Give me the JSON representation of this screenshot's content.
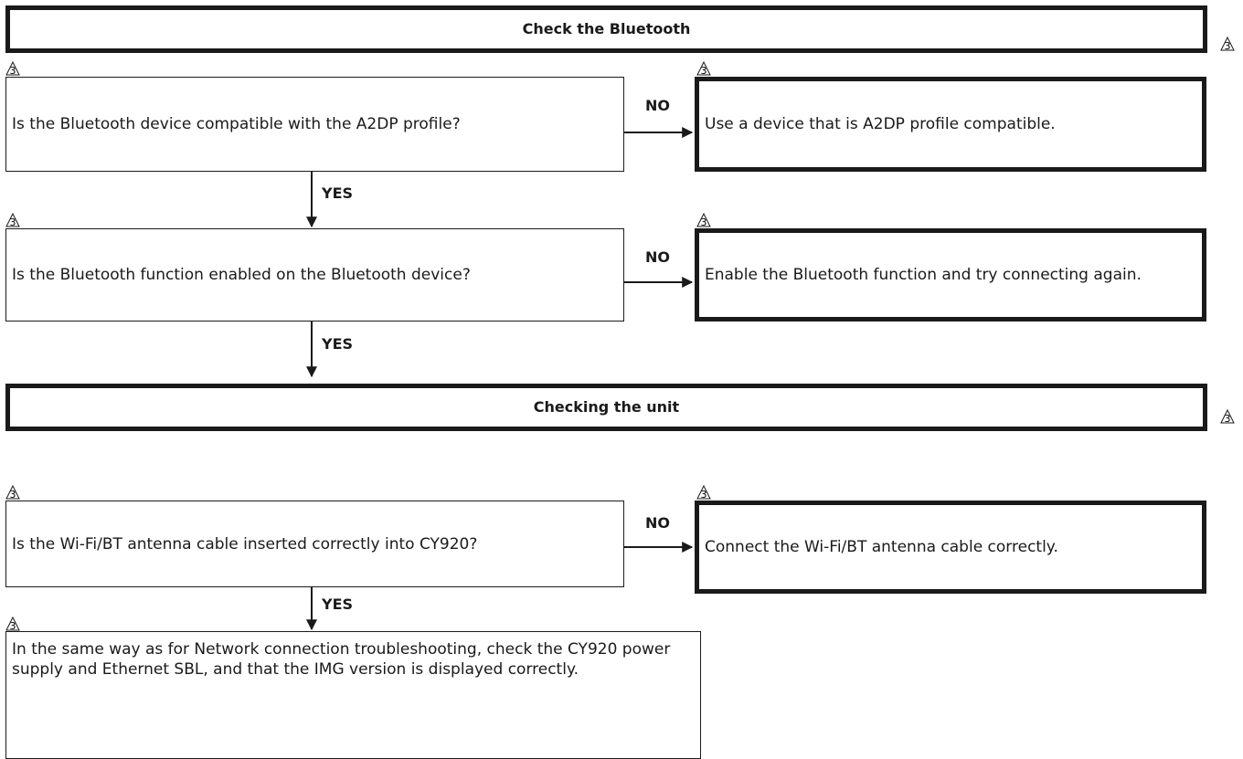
{
  "revision_mark": "3",
  "sections": {
    "bluetooth": "Check the Bluetooth",
    "unit": "Checking the unit"
  },
  "decisions": [
    {
      "question": "Is the Bluetooth device compatible with the A2DP profile?",
      "no_label": "NO",
      "no_action": "Use a device that is A2DP profile compatible.",
      "yes_label": "YES"
    },
    {
      "question": "Is the Bluetooth function enabled on the Bluetooth device?",
      "no_label": "NO",
      "no_action": "Enable the Bluetooth function and try connecting again.",
      "yes_label": "YES"
    },
    {
      "question": "Is the Wi-Fi/BT antenna cable inserted correctly into CY920?",
      "no_label": "NO",
      "no_action": "Connect the Wi-Fi/BT antenna cable correctly.",
      "yes_label": "YES"
    }
  ],
  "final_step": "In the same way as for Network connection troubleshooting, check the CY920 power supply and Ethernet SBL, and that the IMG version is displayed correctly.",
  "colors": {
    "line": "#1a1a1a",
    "background": "#ffffff"
  }
}
